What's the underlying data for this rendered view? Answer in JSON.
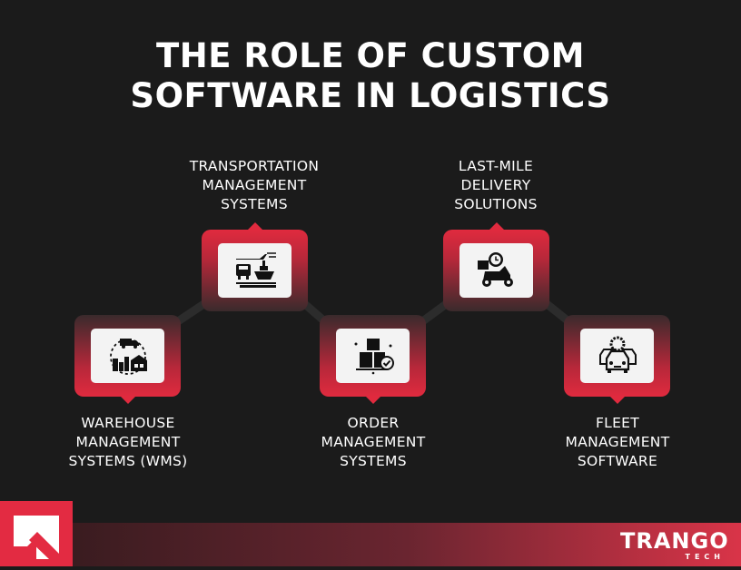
{
  "header": {
    "title_line1": "THE ROLE OF CUSTOM",
    "title_line2": "SOFTWARE IN LOGISTICS"
  },
  "items": [
    {
      "id": "wms",
      "icon": "warehouse-truck-icon",
      "lines": [
        "WAREHOUSE",
        "MANAGEMENT",
        "SYSTEMS (WMS)"
      ]
    },
    {
      "id": "tms",
      "icon": "transportation-icon",
      "lines": [
        "TRANSPORTATION",
        "MANAGEMENT",
        "SYSTEMS"
      ]
    },
    {
      "id": "oms",
      "icon": "boxes-check-icon",
      "lines": [
        "ORDER",
        "MANAGEMENT",
        "SYSTEMS"
      ]
    },
    {
      "id": "lastmile",
      "icon": "delivery-scooter-clock-icon",
      "lines": [
        "LAST-MILE",
        "DELIVERY",
        "SOLUTIONS"
      ]
    },
    {
      "id": "fleet",
      "icon": "fleet-cars-gear-icon",
      "lines": [
        "FLEET",
        "MANAGEMENT",
        "SOFTWARE"
      ]
    }
  ],
  "brand": {
    "name": "TRANGO",
    "sub": "TECH",
    "logo_icon": "arrow-up-left-logo-icon"
  },
  "colors": {
    "background": "#1b1b1b",
    "accent": "#e32b42",
    "card_inner": "#f3f3f3",
    "text": "#ffffff"
  }
}
